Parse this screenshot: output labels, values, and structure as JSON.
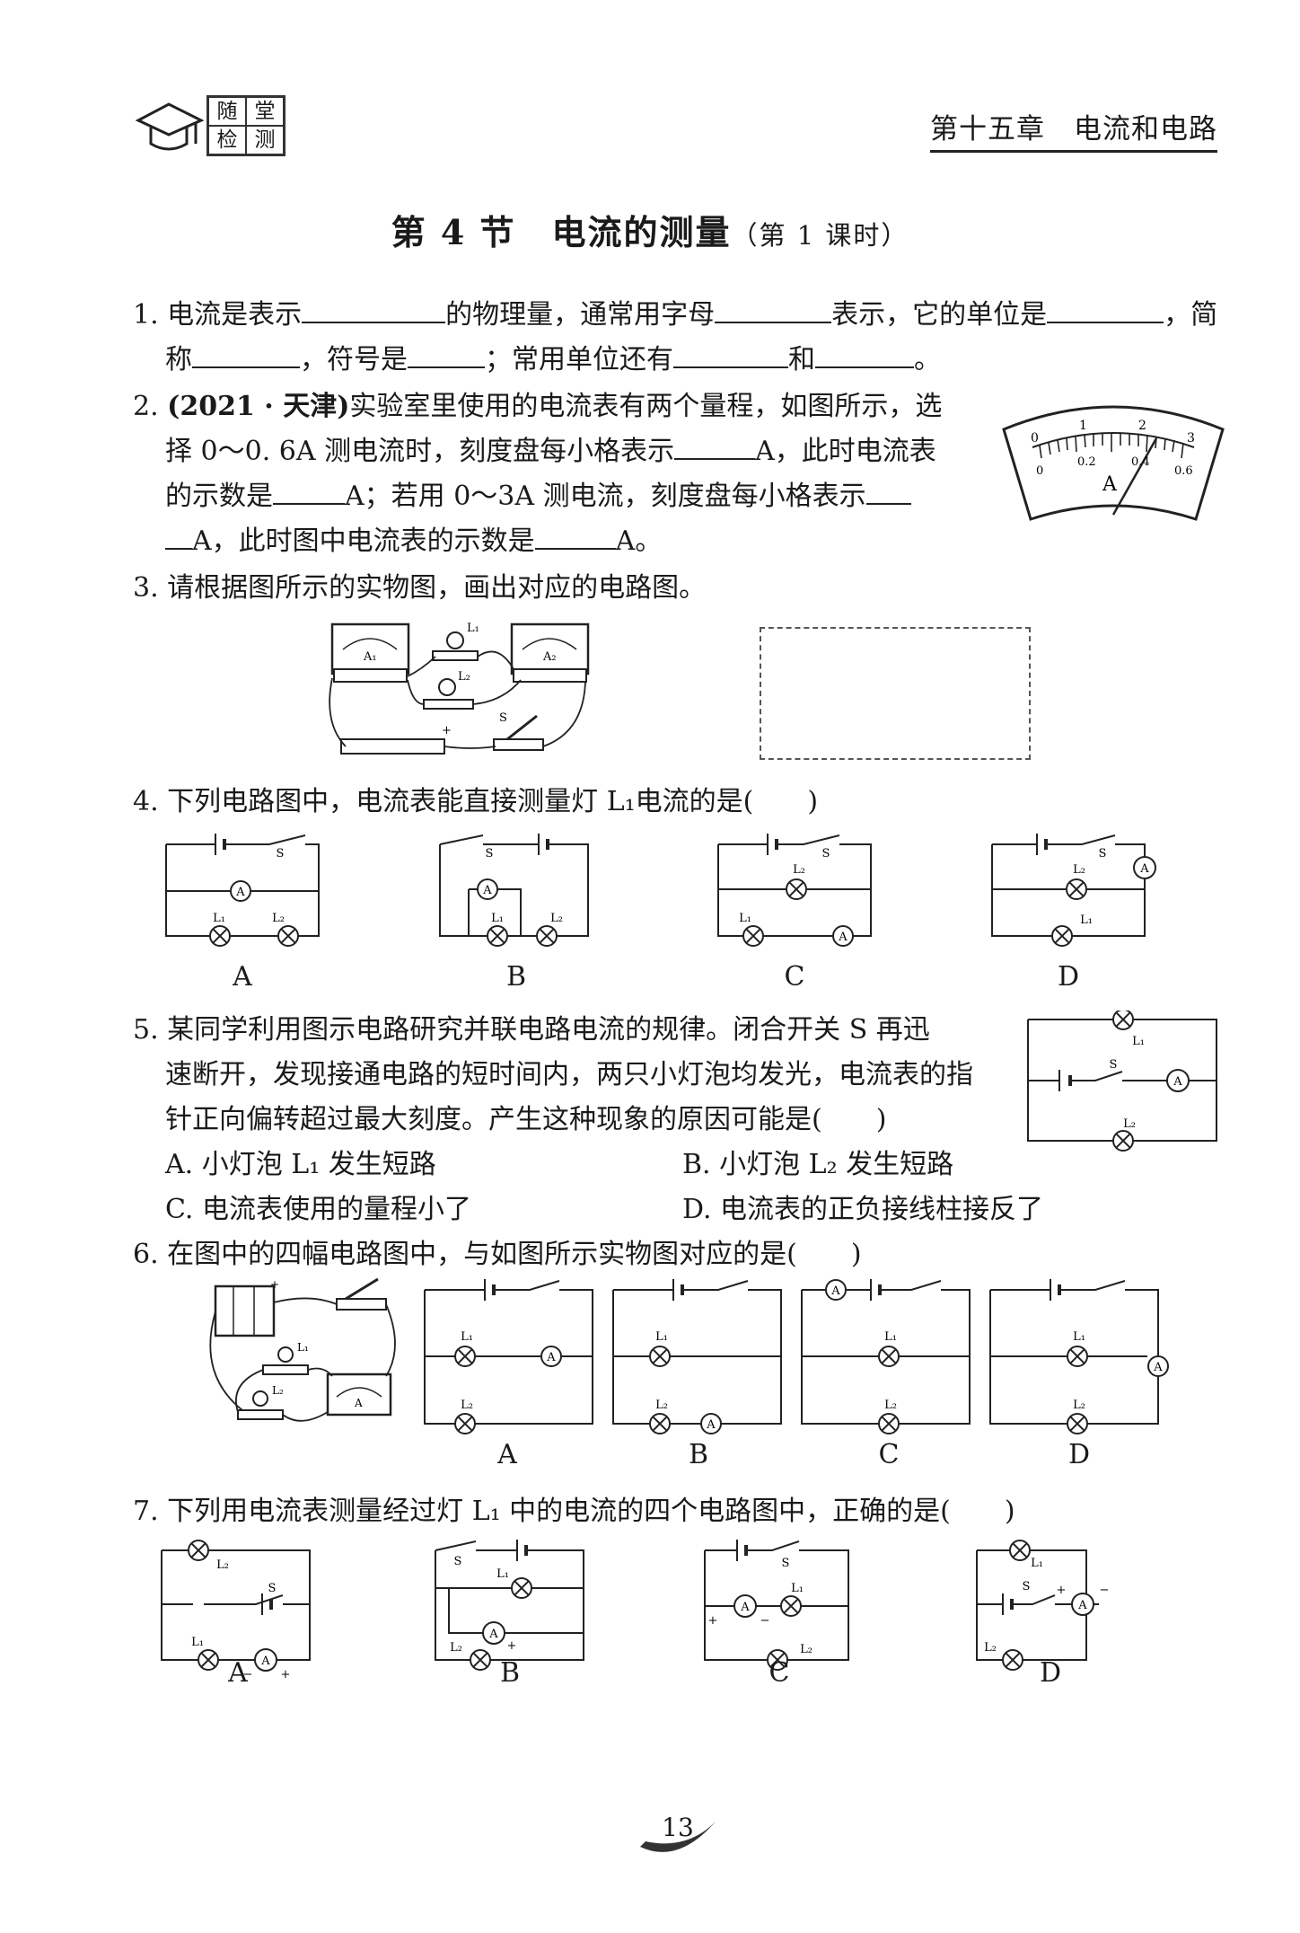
{
  "header": {
    "logo_cells": [
      "随",
      "堂",
      "检",
      "测"
    ],
    "chapter": "第十五章　电流和电路"
  },
  "title": {
    "main": "第 4 节　电流的测量",
    "sub": "（第 1 课时）"
  },
  "q1": {
    "l1a": "1. 电流是表示",
    "l1b": "的物理量，通常用字母",
    "l1c": "表示，它的单位是",
    "l1d": "，简",
    "l2a": "称",
    "l2b": "，符号是",
    "l2c": "；常用单位还有",
    "l2d": "和",
    "l2e": "。"
  },
  "q2": {
    "tag": "(2021 · 天津)",
    "l1": "实验室里使用的电流表有两个量程，如图所示，选",
    "l2a": "择 0～0. 6A 测电流时，刻度盘每小格表示",
    "l2b": "A，此时电流表",
    "l3a": "的示数是",
    "l3b": "A；若用 0～3A 测电流，刻度盘每小格表示",
    "l4a": "A，此时图中电流表的示数是",
    "l4b": "A。",
    "meter": {
      "top_ticks": [
        "1",
        "2",
        "3"
      ],
      "bottom_ticks": [
        "0",
        "0.2",
        "0.4",
        "0.6"
      ],
      "zero_top": "0",
      "unit": "A"
    }
  },
  "q3": {
    "text": "3. 请根据图所示的实物图，画出对应的电路图。",
    "labels": {
      "a1": "A₁",
      "a2": "A₂",
      "l1": "L₁",
      "l2": "L₂",
      "s": "S",
      "plus": "+"
    }
  },
  "q4": {
    "text": "4. 下列电路图中，电流表能直接测量灯 L₁电流的是(",
    "close": ")",
    "options": [
      "A",
      "B",
      "C",
      "D"
    ]
  },
  "q5": {
    "l1": "5. 某同学利用图示电路研究并联电路电流的规律。闭合开关 S 再迅",
    "l2": "速断开，发现接通电路的短时间内，两只小灯泡均发光，电流表的指",
    "l3": "针正向偏转超过最大刻度。产生这种现象的原因可能是(",
    "l3close": ")",
    "optA": "A. 小灯泡 L₁ 发生短路",
    "optB": "B. 小灯泡 L₂ 发生短路",
    "optC": "C. 电流表使用的量程小了",
    "optD": "D. 电流表的正负接线柱接反了"
  },
  "q6": {
    "text": "6. 在图中的四幅电路图中，与如图所示实物图对应的是(",
    "close": ")",
    "options": [
      "A",
      "B",
      "C",
      "D"
    ]
  },
  "q7": {
    "text": "7. 下列用电流表测量经过灯 L₁ 中的电流的四个电路图中，正确的是(",
    "close": ")",
    "options": [
      "A",
      "B",
      "C",
      "D"
    ]
  },
  "circuit_labels": {
    "ammeter": "A",
    "l1": "L₁",
    "l2": "L₂",
    "switch": "S",
    "plus": "+",
    "minus": "−"
  },
  "page": {
    "number": "13"
  }
}
